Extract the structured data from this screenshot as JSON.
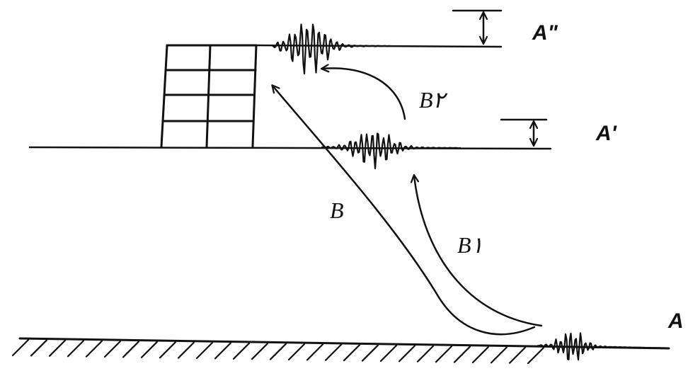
{
  "labels": {
    "bedrock_motion": "A",
    "surface_motion": "A'",
    "roof_motion": "A\"",
    "direct_wave": "B",
    "ground_wave": "B١",
    "building_wave": "B٢"
  },
  "colors": {
    "ink": "#111111",
    "background": "#ffffff"
  }
}
